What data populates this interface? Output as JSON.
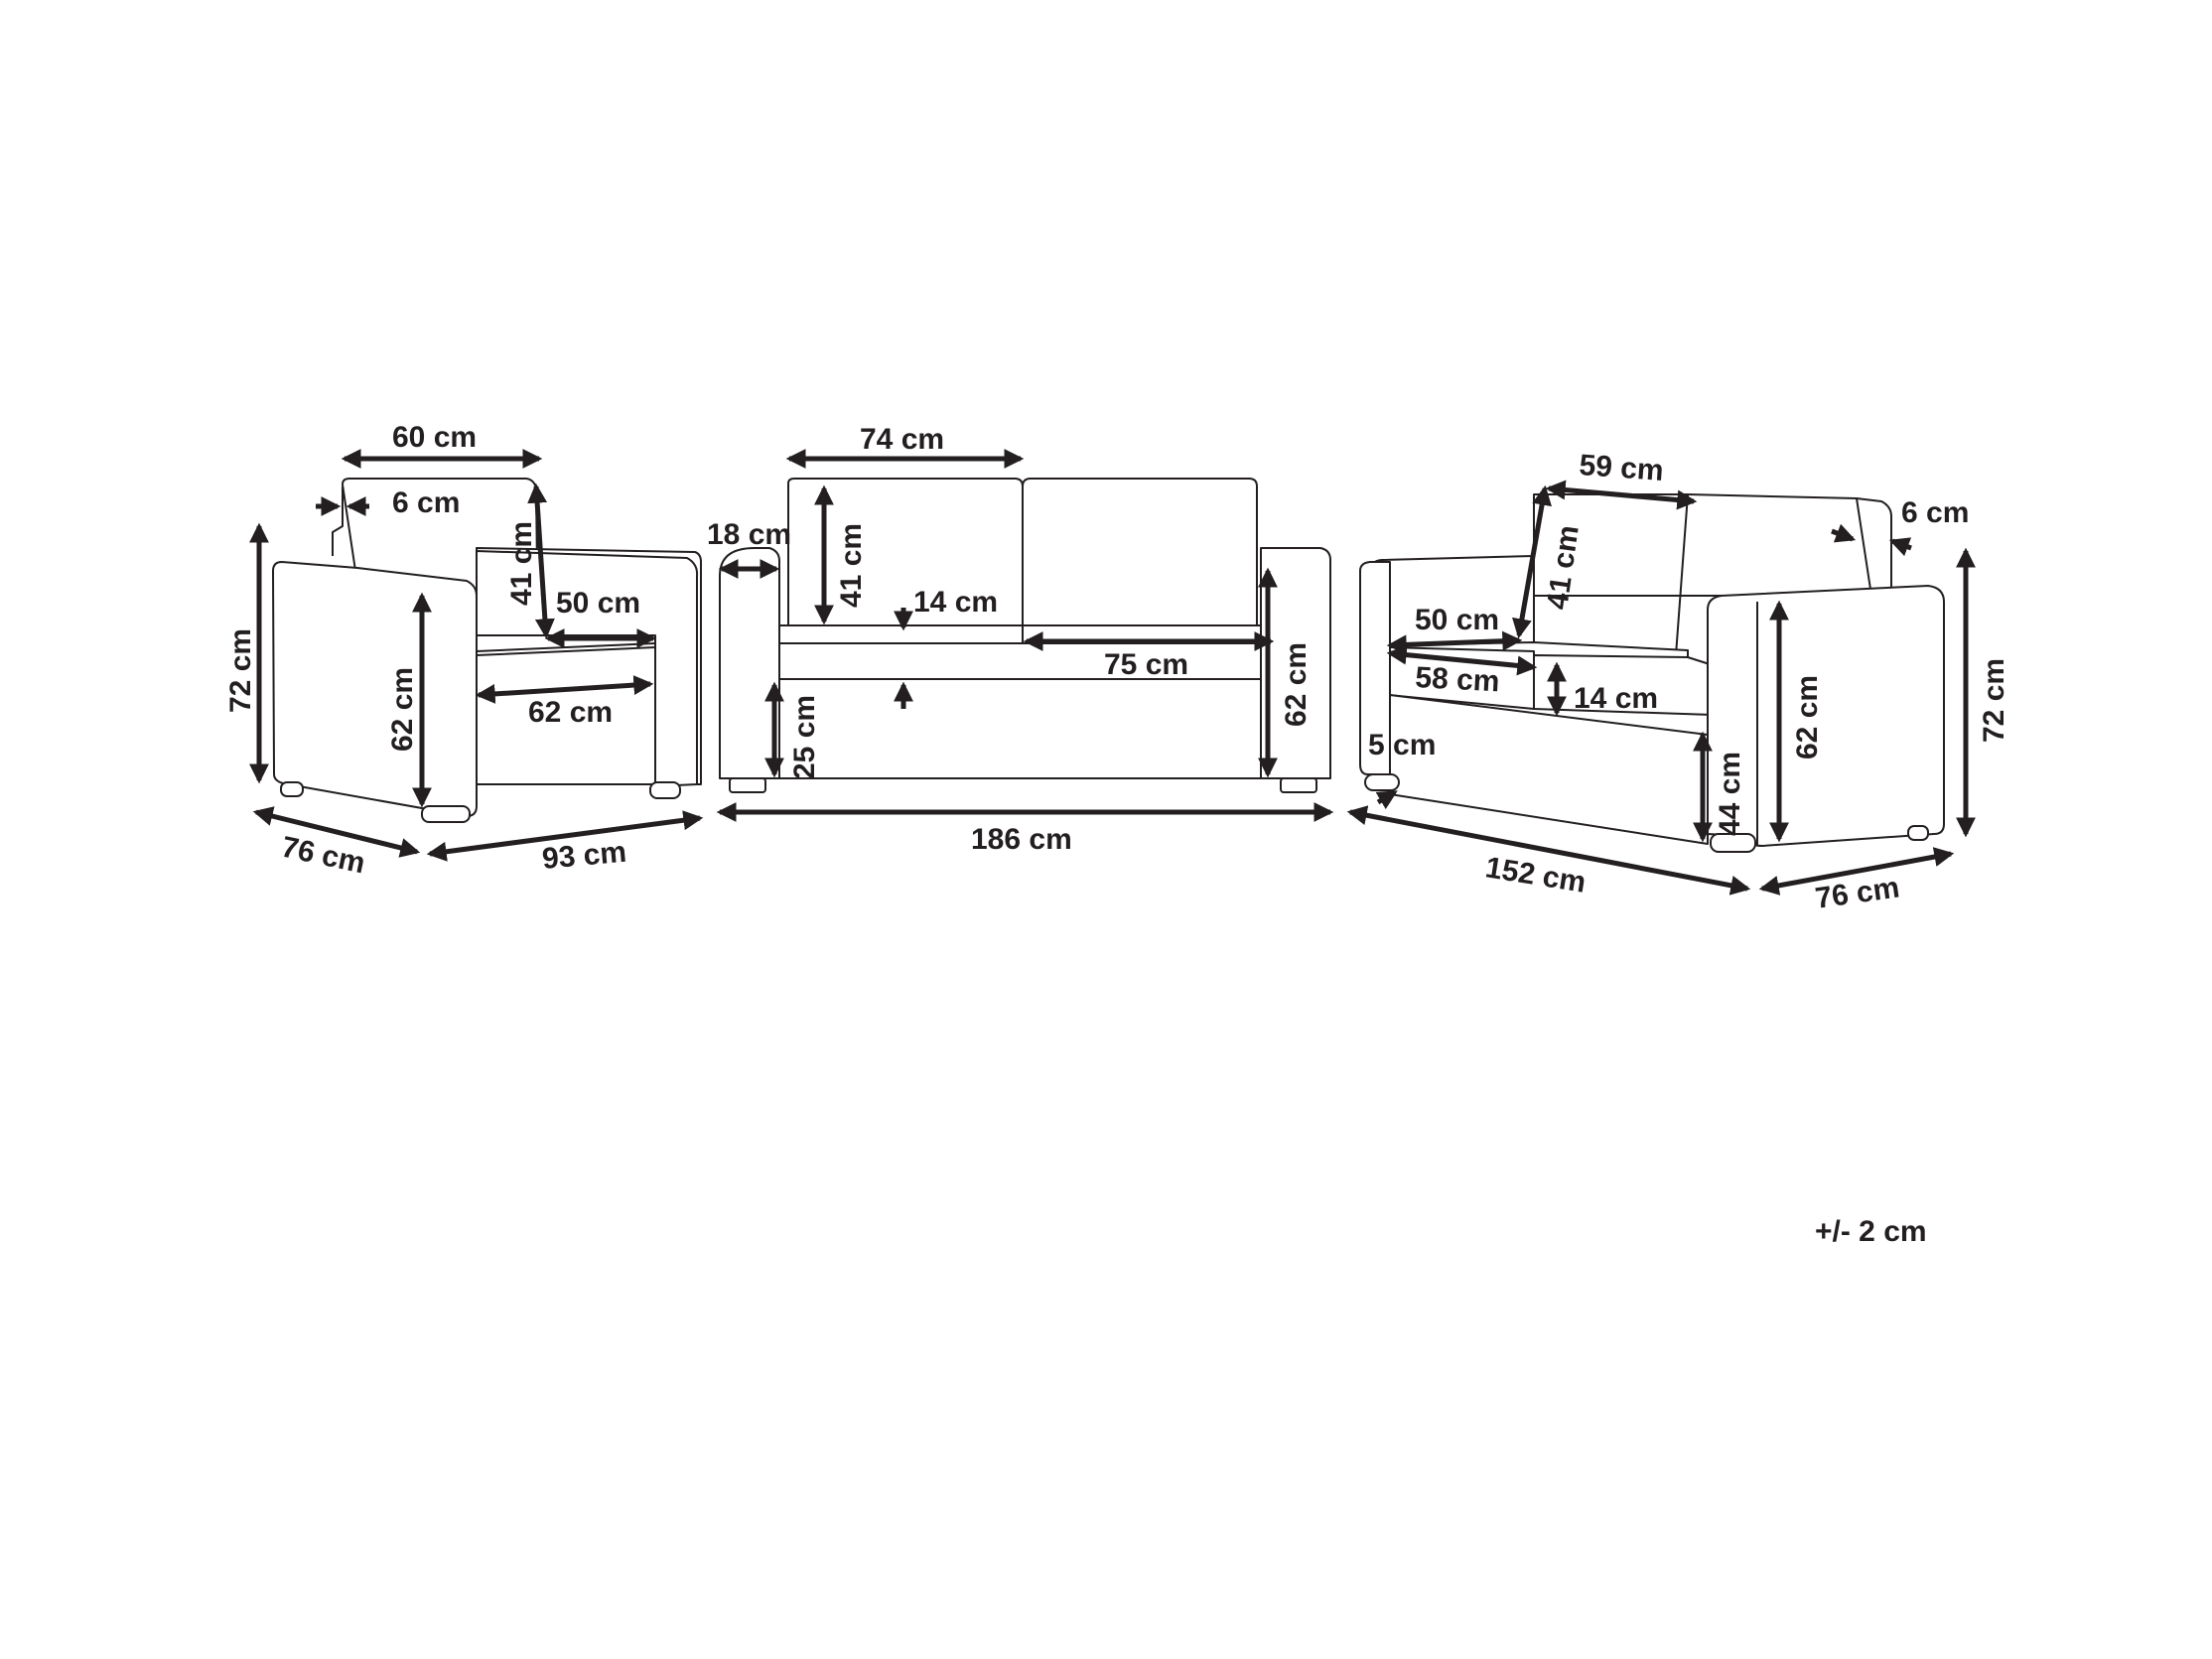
{
  "armchair": {
    "width": "60 cm",
    "back_thickness": "6 cm",
    "back_height": "41 cm",
    "seat_depth": "50 cm",
    "total_height": "72 cm",
    "arm_height": "62 cm",
    "seat_width": "62 cm",
    "depth": "76 cm",
    "length": "93 cm"
  },
  "three_seater": {
    "cushion_width": "74 cm",
    "arm_width": "18 cm",
    "back_height": "41 cm",
    "seat_thickness": "14 cm",
    "seat_depth": "75 cm",
    "arm_height": "62 cm",
    "seat_floor_height": "25 cm",
    "total_width": "186 cm"
  },
  "two_seater": {
    "cushion_width": "59 cm",
    "back_height": "41 cm",
    "back_thickness": "6 cm",
    "seat_depth": "50 cm",
    "seat_width": "58 cm",
    "seat_thickness": "14 cm",
    "total_height": "72 cm",
    "arm_height": "62 cm",
    "leg_height": "5 cm",
    "seat_height": "44 cm",
    "length": "152 cm",
    "depth": "76 cm"
  },
  "tolerance": "+/- 2 cm"
}
